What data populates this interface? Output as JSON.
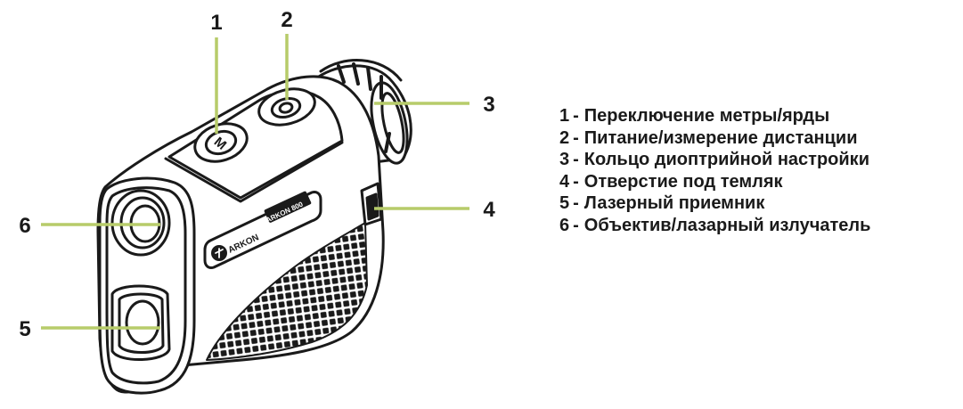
{
  "callouts": [
    {
      "number": "1",
      "description": "Переключение метры/ярды"
    },
    {
      "number": "2",
      "description": "Питание/измерение дистанции"
    },
    {
      "number": "3",
      "description": "Кольцо диоптрийной настройки"
    },
    {
      "number": "4",
      "description": "Отверстие под темляк"
    },
    {
      "number": "5",
      "description": "Лазерный приемник"
    },
    {
      "number": "6",
      "description": "Объектив/лазарный излучатель"
    }
  ],
  "legend_separator": "-",
  "device": {
    "brand_label": "ARKON",
    "model_label": "ARKON 800",
    "mode_button_letter": "M"
  },
  "colors": {
    "leader_line": "#b7cc6a",
    "outline": "#1a1a1a",
    "text": "#1a1a1a"
  }
}
